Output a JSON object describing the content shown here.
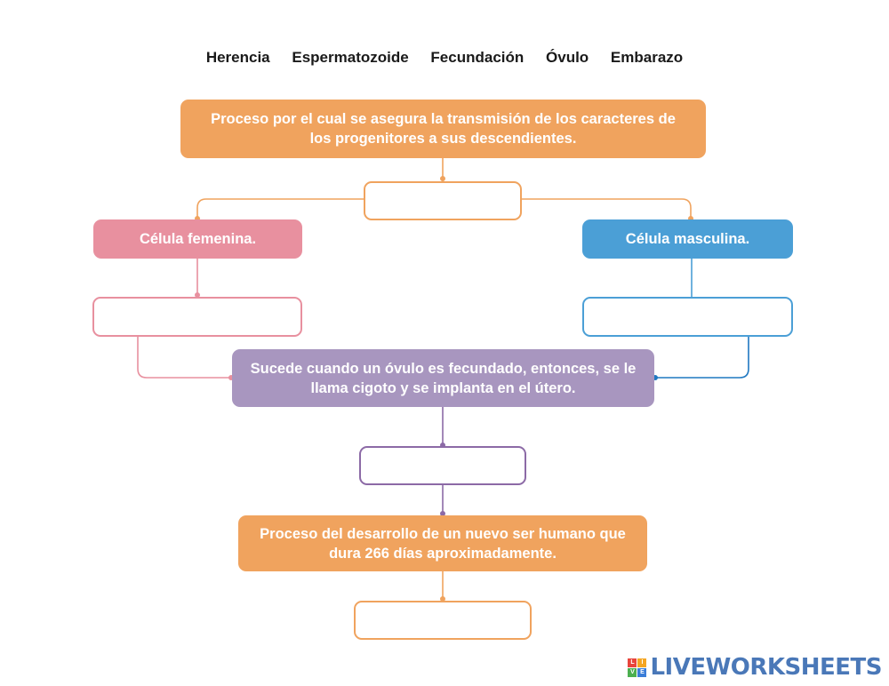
{
  "word_bank": [
    "Herencia",
    "Espermatozoide",
    "Fecundación",
    "Óvulo",
    "Embarazo"
  ],
  "boxes": {
    "herencia_definition": "Proceso por el cual se asegura la transmisión de los caracteres de los progenitores a sus descendientes.",
    "female_cell": "Célula femenina.",
    "male_cell": "Célula masculina.",
    "fecundacion_definition": "Sucede cuando un óvulo es fecundado, entonces, se le llama cigoto y se implanta en el útero.",
    "embarazo_definition": "Proceso del desarrollo de un nuevo ser humano que dura 266 días aproximadamente."
  },
  "logo": {
    "text": "LIVEWORKSHEETS",
    "mark_letters": [
      "L",
      "I",
      "V",
      "E"
    ],
    "mark_colors": [
      "#e8453c",
      "#f5a623",
      "#4caf50",
      "#3b7dd8"
    ]
  },
  "colors": {
    "orange": "#f0a35e",
    "pink": "#e8909f",
    "blue": "#4b9fd6",
    "purple": "#a896bf",
    "purple_line": "#8c6aa6",
    "logo_blue": "#4a78b8"
  }
}
